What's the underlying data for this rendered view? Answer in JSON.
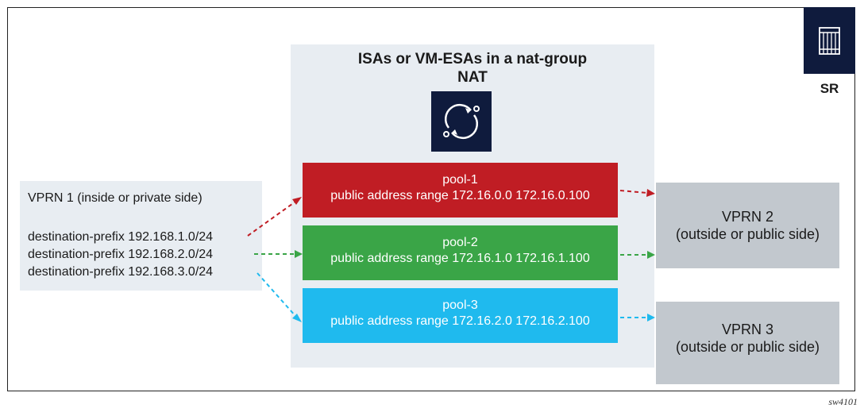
{
  "nat_group": {
    "title": "ISAs or VM-ESAs in a nat-group",
    "subtitle": "NAT",
    "icon": "nat-refresh-icon"
  },
  "pools": [
    {
      "name": "pool-1",
      "range": "public address range 172.16.0.0 172.16.0.100",
      "color": "#c01d24"
    },
    {
      "name": "pool-2",
      "range": "public address range 172.16.1.0 172.16.1.100",
      "color": "#3aa547"
    },
    {
      "name": "pool-3",
      "range": "public address range 172.16.2.0 172.16.2.100",
      "color": "#1fbaee"
    }
  ],
  "vprn1": {
    "title": "VPRN 1 (inside or private side)",
    "prefixes": [
      "destination-prefix 192.168.1.0/24",
      "destination-prefix 192.168.2.0/24",
      "destination-prefix 192.168.3.0/24"
    ]
  },
  "vprn2": {
    "title": "VPRN 2",
    "subtitle": "(outside or public side)"
  },
  "vprn3": {
    "title": "VPRN 3",
    "subtitle": "(outside or public side)"
  },
  "router": {
    "label": "SR",
    "icon": "router-icon"
  },
  "figure_id": "sw4101"
}
